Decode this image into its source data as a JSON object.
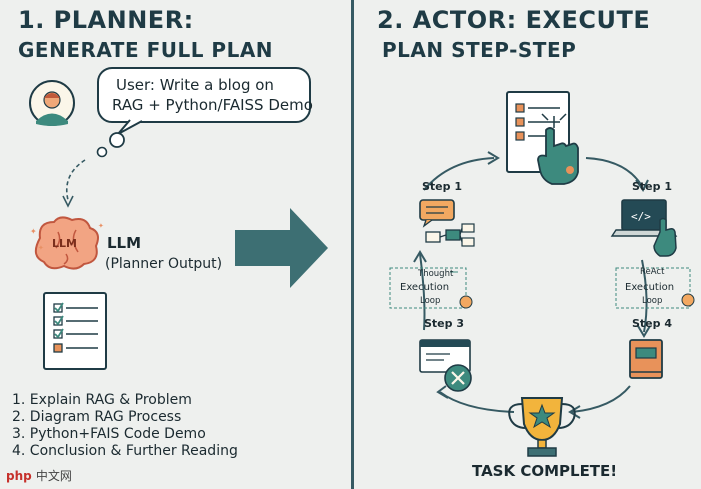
{
  "planner": {
    "title_line1": "1. PLANNER:",
    "title_line2": "GENERATE FULL PLAN",
    "user_bubble_line1": "User: Write a blog on",
    "user_bubble_line2": "RAG + Python/FAISS Demo",
    "brain_label": "LLM",
    "llm_title": "LLM",
    "llm_subtitle": "(Planner Output)",
    "plan_items": [
      "1.  Explain RAG & Problem",
      "2.  Diagram RAG Process",
      "3.  Python+FAIS Code Demo",
      "4.  Conclusion & Further Reading"
    ]
  },
  "actor": {
    "title_line1": "2. ACTOR: EXECUTE",
    "title_line2": "PLAN STEP-STEP",
    "steps": {
      "top_left": "Step 1",
      "top_right": "Step 1",
      "bottom_left": "Step 3",
      "bottom_right": "Step 4"
    },
    "loop_left": {
      "thought": "Thought",
      "execution": "Execution",
      "loop": "Loop"
    },
    "loop_right": {
      "react": "ReAct",
      "execution": "Execution",
      "loop": "Loop"
    },
    "task_complete": "TASK COMPLETE!"
  },
  "watermark": {
    "brand": "php",
    "text": "中文网"
  },
  "colors": {
    "teal_dark": "#1f3b45",
    "teal": "#3d6f73",
    "orange": "#e8925a",
    "cream": "#fbf6e9"
  }
}
